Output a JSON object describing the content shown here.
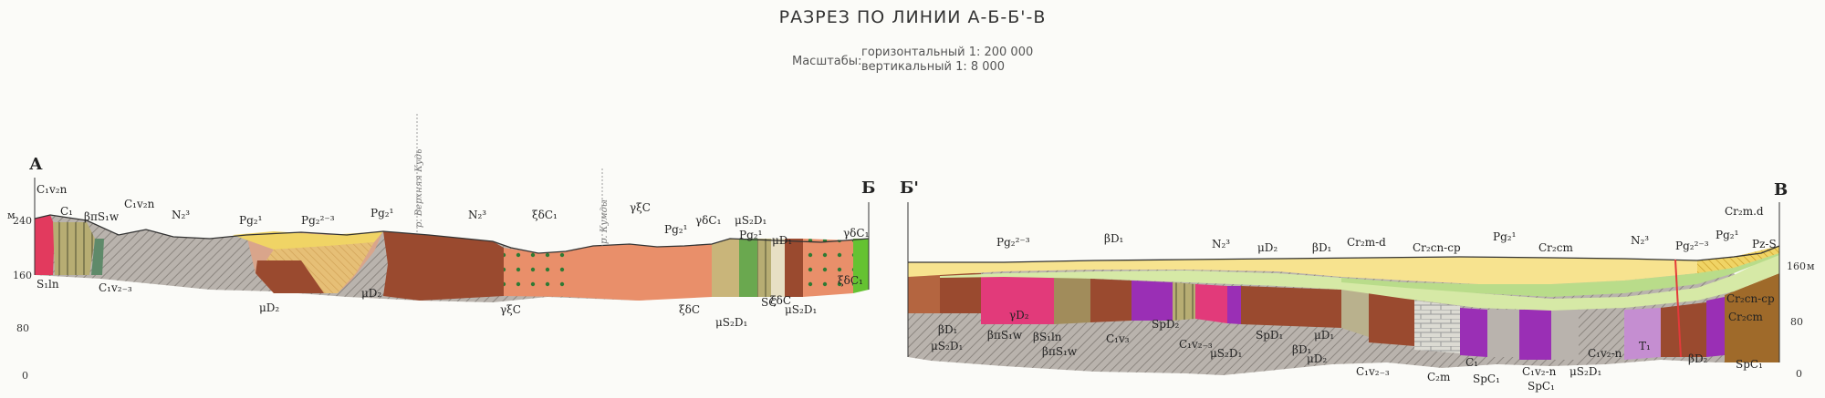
{
  "title": "РАЗРЕЗ ПО ЛИНИИ А-Б-Б'-В",
  "scale": {
    "label": "Масштабы:",
    "horizontal": "горизонтальный 1: 200 000",
    "vertical": "вертикальный 1: 8 000"
  },
  "points": {
    "A": "А",
    "B": "Б",
    "B2": "Б'",
    "V": "В"
  },
  "axis_left": {
    "unit": "м",
    "ticks": [
      "240",
      "160",
      "80",
      "0"
    ]
  },
  "axis_right": {
    "unit": "м",
    "ticks": [
      "160",
      "80",
      "0"
    ]
  },
  "rivers": [
    "р. Верхняя Кудь",
    "р. Кумды"
  ],
  "labels_left": [
    "C₁v₂n",
    "C₁",
    "βπS₁w",
    "C₁v₂n",
    "N₂³",
    "Pg₂¹",
    "Pg₂²⁻³",
    "Pg₂¹",
    "N₂³",
    "ξδC₁",
    "γξC",
    "Pg₂¹",
    "γδC₁",
    "μS₂D₁",
    "Pg₂¹",
    "μD₁",
    "γδC₁",
    "S₁ln",
    "C₁v₂₋₃",
    "μD₂",
    "μD₂",
    "γξC",
    "ξδC",
    "μS₂D₁",
    "ξδC",
    "μS₂D₁",
    "ξδC₁",
    "SC"
  ],
  "labels_right": [
    "Pg₂²⁻³",
    "βD₁",
    "N₂³",
    "μD₂",
    "βD₁",
    "Cr₂m-d",
    "Cr₂cn-cp",
    "Pg₂¹",
    "Cr₂cm",
    "N₂³",
    "Pg₂²⁻³",
    "Pg₂¹",
    "Cr₂m.d",
    "Pz-S",
    "βD₁",
    "μS₂D₁",
    "βπS₁w",
    "βS₁ln",
    "βπS₁w",
    "C₁v₃",
    "SpD₂",
    "C₁v₂₋₃",
    "μS₂D₁",
    "SpD₁",
    "βD₁",
    "μD₁",
    "μD₂",
    "C₁v₂₋₃",
    "C₂m",
    "C₁",
    "SpC₁",
    "C₁v₂-n",
    "SpC₁",
    "μS₂D₁",
    "C₁v₂-n",
    "T₁",
    "βD₂",
    "SpC₁",
    "Cr₂cn-cp",
    "Cr₂cm",
    "γD₂"
  ]
}
